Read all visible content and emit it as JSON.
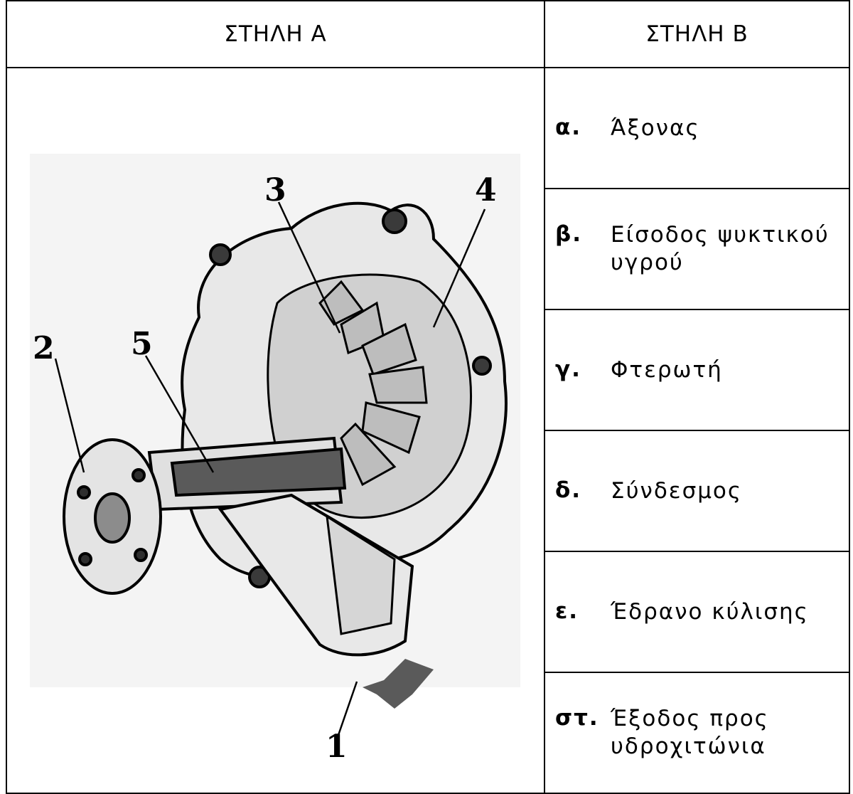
{
  "header": {
    "col_a": "ΣΤΗΛΗ Α",
    "col_b": "ΣΤΗΛΗ Β"
  },
  "figure": {
    "callouts": [
      "1",
      "2",
      "3",
      "4",
      "5"
    ]
  },
  "options": [
    {
      "letter": "α.",
      "text": "Άξονας"
    },
    {
      "letter": "β.",
      "text": "Είσοδος ψυκτικού υγρού"
    },
    {
      "letter": "γ.",
      "text": "Φτερωτή"
    },
    {
      "letter": "δ.",
      "text": "Σύνδεσμος"
    },
    {
      "letter": "ε.",
      "text": "Έδρανο κύλισης"
    },
    {
      "letter": "στ.",
      "text": "Έξοδος προς υδροχιτώνια"
    }
  ],
  "colors": {
    "ink": "#000000",
    "pump_body": "#e6e6e6",
    "pump_dark": "#4a4a4a",
    "pump_mid": "#9a9a9a"
  }
}
